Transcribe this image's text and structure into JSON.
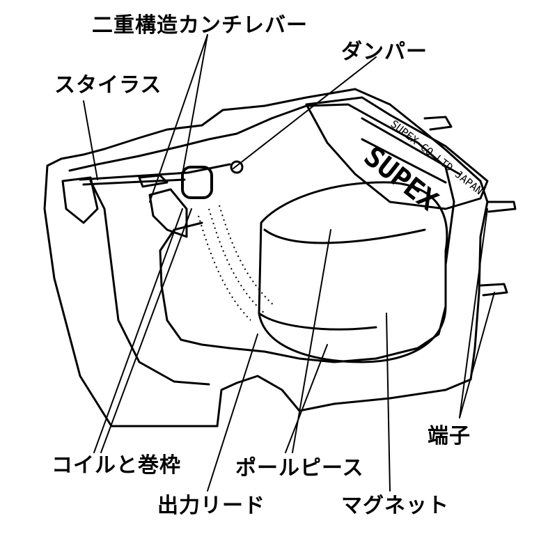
{
  "labels": {
    "double_cantilever": "二重構造カンチレバー",
    "damper": "ダンパー",
    "stylus": "スタイラス",
    "terminal": "端子",
    "coil_bobbin": "コイルと巻枠",
    "pole_piece": "ポールピース",
    "output_lead": "出力リード",
    "magnet": "マグネット"
  },
  "cartridge": {
    "plate_text": "SUPEX CO LTD JAPAN",
    "brand_text": "SUPEX"
  },
  "colors": {
    "ink": "#000000",
    "paper": "#ffffff"
  }
}
